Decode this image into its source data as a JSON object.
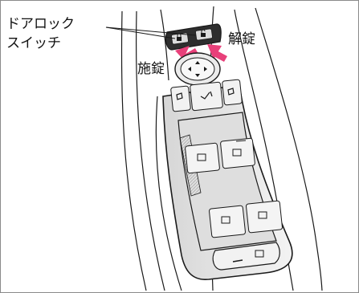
{
  "labels": {
    "door_lock_switch_line1": "ドアロック",
    "door_lock_switch_line2": "スイッチ",
    "unlock": "解錠",
    "lock": "施錠"
  },
  "colors": {
    "arrow": "#e8407a",
    "outline": "#1a1a1a",
    "switch_dark": "#2e2e2e",
    "panel_shade": "#cfcfcf",
    "border": "#6b6b6b"
  },
  "icons": [
    "lock-button-icon",
    "unlock-button-icon",
    "mirror-adjust-icon",
    "mirror-fold-icon",
    "window-switch-icon"
  ]
}
